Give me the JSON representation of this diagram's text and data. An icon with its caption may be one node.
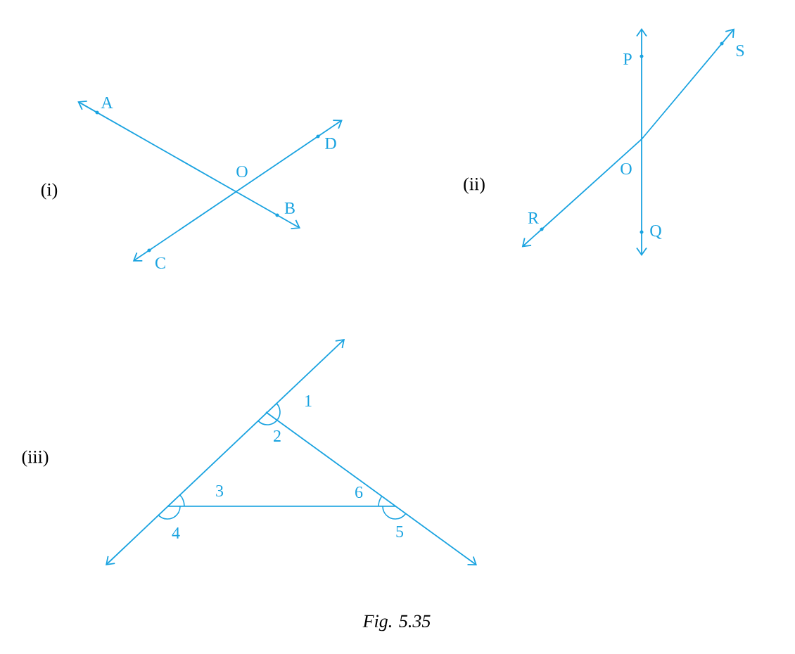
{
  "diagram": {
    "caption": "*Fig. 5.35*",
    "nodes": [
      {
        "text": [
          "A"
        ]
      },
      {
        "text": [
          "D"
        ]
      },
      {
        "text": [
          "B"
        ]
      },
      {
        "text": [
          "C"
        ]
      },
      {
        "text": [
          "P"
        ]
      },
      {
        "text": [
          "S"
        ]
      },
      {
        "text": [
          "R"
        ]
      },
      {
        "text": [
          "Q"
        ]
      }
    ],
    "edges": [
      {
        "from": 0,
        "to": 2,
        "arrow": "both"
      },
      {
        "from": 3,
        "to": 1,
        "arrow": "both"
      },
      {
        "from": 4,
        "to": 7,
        "arrow": "both"
      },
      {
        "from": 6,
        "to": 5,
        "arrow": "both"
      }
    ],
    "labels": [
      "(i)",
      "O",
      "(ii)",
      "O",
      "(iii)",
      "1",
      "2",
      "3",
      "6",
      "4",
      "5"
    ]
  }
}
